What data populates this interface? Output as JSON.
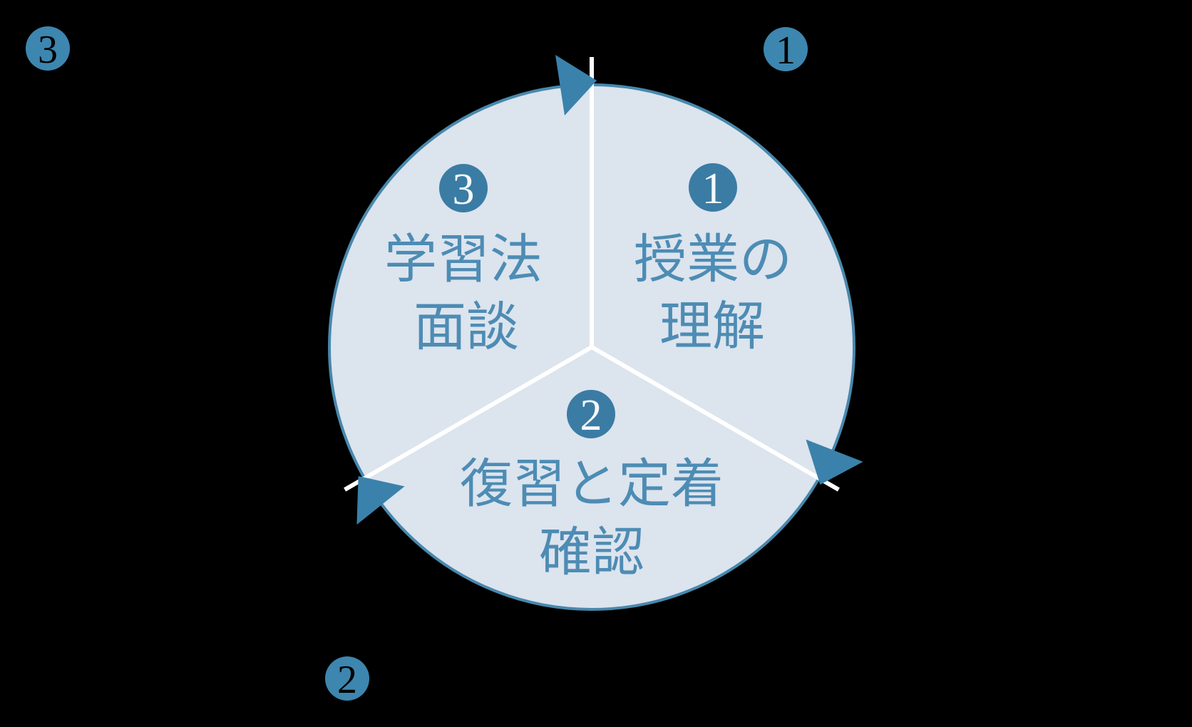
{
  "diagram": {
    "type": "cycle",
    "direction": "clockwise",
    "sections": [
      {
        "badge": "1",
        "line1": "授業の",
        "line2": "理解"
      },
      {
        "badge": "2",
        "line1": "復習と定着",
        "line2": "確認"
      },
      {
        "badge": "3",
        "line1": "学習法",
        "line2": "面談"
      }
    ],
    "outer_markers": [
      {
        "label": "1"
      },
      {
        "label": "2"
      },
      {
        "label": "3"
      }
    ],
    "colors": {
      "background": "#000000",
      "circle_fill": "#dce4ee",
      "circle_stroke": "#4888ac",
      "divider": "#ffffff",
      "arrow": "#3a82ab",
      "inner_badge_fill": "#3b7ca4",
      "inner_badge_text": "#f4f8fb",
      "section_text": "#4d8cb4",
      "outer_badge_fill": "#3d86af",
      "outer_badge_text": "#000000"
    }
  }
}
